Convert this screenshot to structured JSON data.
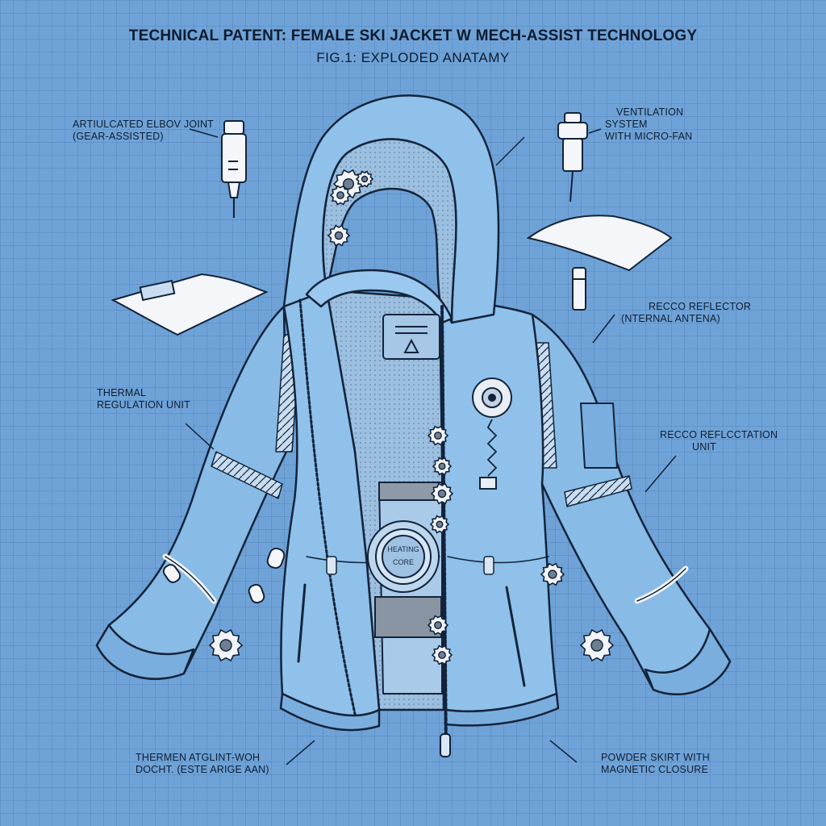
{
  "header": {
    "title": "TECHNICAL PATENT: FEMALE SKI JACKET W MECH-ASSIST TECHNOLOGY",
    "subtitle": "FIG.1: EXPLODED ANATAMY"
  },
  "callouts": {
    "elbow_joint": {
      "line1": "ARTIULCATED ELBOV JOINT",
      "line2": "(GEAR-ASSISTED)"
    },
    "ventilation": {
      "line1": "VENTILATION",
      "line2": "SYSTEM",
      "line3": "WITH MICRO-FAN"
    },
    "recco_reflector": {
      "line1": "RECCO REFLECTOR",
      "line2": "(NTERNAL ANTENA)"
    },
    "thermal": {
      "line1": "THERMAL",
      "line2": "REGULATION UNIT"
    },
    "recco_unit": {
      "line1": "RECCO REFLCCTATION",
      "line2": "UNIT"
    },
    "bottom_left": {
      "line1": "THERMEN ATGLINT-WOH",
      "line2": "DOCHT. (ESTE ARIGE AAN)"
    },
    "powder_skirt": {
      "line1": "POWDER SKIRT WITH",
      "line2": "MAGNETIC CLOSURE"
    }
  },
  "heating_core": {
    "line1": "HEATING",
    "line2": "CORE"
  },
  "colors": {
    "background": "#6fa3d8",
    "jacket": "#8fc1ea",
    "jacket_shade": "#7aaede",
    "lining": "#a9cbe9",
    "outline": "#13233a",
    "component": "#f4f6f9"
  }
}
